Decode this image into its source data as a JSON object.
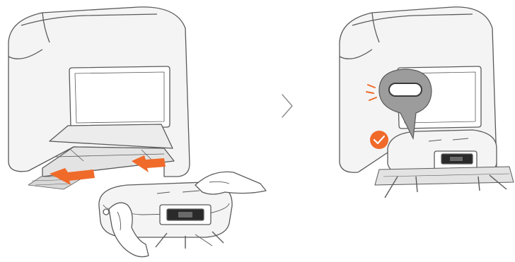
{
  "illustration": {
    "steps": [
      {
        "id": "step-1",
        "scene": "robot-vacuum-being-pushed-into-dock",
        "icons": [
          "push-arrow-icon",
          "push-arrow-icon",
          "hand-icon"
        ]
      },
      {
        "id": "step-2",
        "scene": "robot-vacuum-docked",
        "icons": [
          "indicator-light-icon",
          "checkmark-icon"
        ]
      }
    ],
    "separator_icon": "chevron-right-icon",
    "colors": {
      "accent": "#f06a2a",
      "line": "#5a5a5a",
      "body_fill": "#f4f4f4",
      "shadow_fill": "#e6e6e6",
      "callout_fill": "#9c9c9c"
    }
  }
}
